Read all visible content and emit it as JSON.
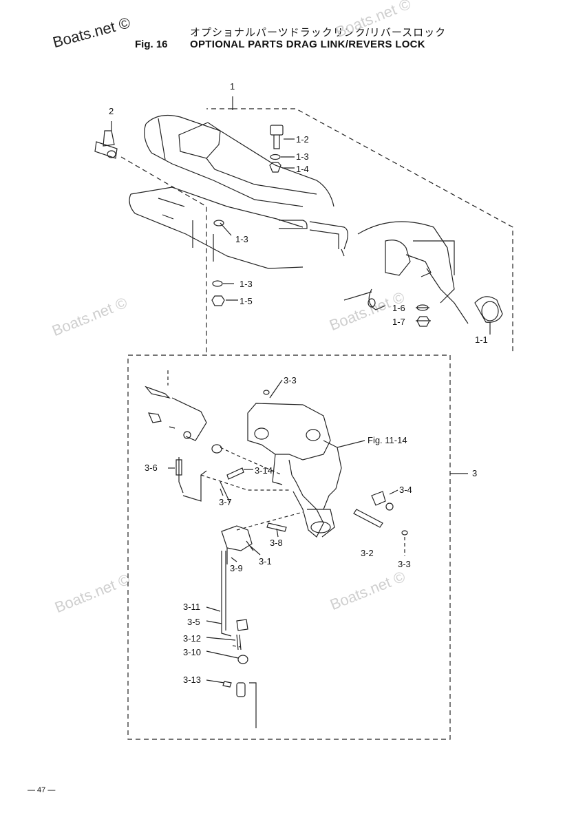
{
  "header": {
    "title_jp": "オプショナルパーツドラックリンク/リバースロック",
    "fig_label": "Fig. 16",
    "title_en": "OPTIONAL PARTS DRAG LINK/REVERS LOCK"
  },
  "watermarks": {
    "main": "Boats.net ©",
    "faint": "Boats.net ©"
  },
  "callouts": {
    "c1": "1",
    "c2": "2",
    "c1_1": "1-1",
    "c1_2": "1-2",
    "c1_3a": "1-3",
    "c1_4": "1-4",
    "c1_3b": "1-3",
    "c1_3c": "1-3",
    "c1_5": "1-5",
    "c1_6": "1-6",
    "c1_7": "1-7",
    "c3": "3",
    "c3_1": "3-1",
    "c3_2": "3-2",
    "c3_3a": "3-3",
    "c3_3b": "3-3",
    "c3_4": "3-4",
    "c3_5": "3-5",
    "c3_6": "3-6",
    "c3_7": "3-7",
    "c3_8": "3-8",
    "c3_9": "3-9",
    "c3_10": "3-10",
    "c3_11": "3-11",
    "c3_12": "3-12",
    "c3_13": "3-13",
    "c3_14": "3-14",
    "fig11": "Fig. 11-14"
  },
  "footer": {
    "page": "— 47 —"
  }
}
